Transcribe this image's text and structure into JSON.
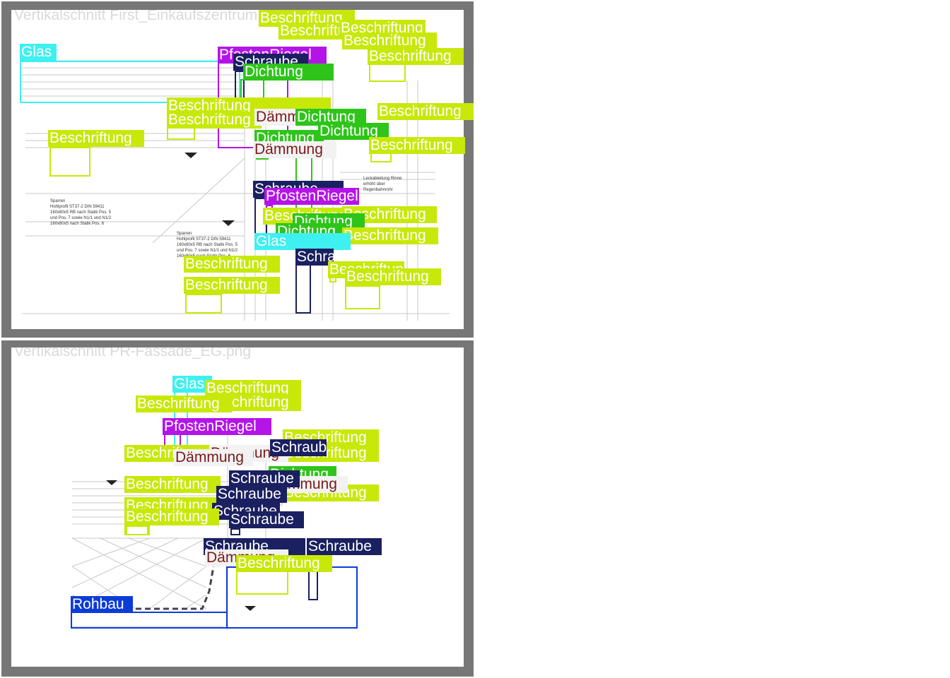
{
  "panels": [
    {
      "title": "Vertikalschnitt First_Einkaufszentrum",
      "drawing_texts": [
        "Sparren",
        "Hohlprofil ST37-2 DIN 59411",
        "160x80x5 RB nach Statik Pos. 5",
        "und Pos. 7 sowie N1/1 und N1/2",
        "160x80x5 nach Statik Pos. 6",
        "Leckableitung Rinne",
        "erhöht über",
        "Regenbahnrohr"
      ],
      "annotations": [
        {
          "cls": "Glas",
          "text": "Glas"
        },
        {
          "cls": "PfostenRiegel",
          "text": "PfostenRiegel"
        },
        {
          "cls": "Schraube",
          "text": "Schraube"
        },
        {
          "cls": "Dichtung",
          "text": "Dichtung"
        },
        {
          "cls": "Beschriftung",
          "text": "Beschriftung"
        },
        {
          "cls": "Beschriftung",
          "text": "Beschriftung"
        },
        {
          "cls": "Beschriftung",
          "text": "Beschriftung"
        },
        {
          "cls": "Beschriftung",
          "text": "Beschriftung"
        },
        {
          "cls": "Beschriftung",
          "text": "Beschriftung"
        },
        {
          "cls": "Beschriftung",
          "text": "Beschriftung"
        },
        {
          "cls": "Beschriftung",
          "text": "Beschriftung"
        },
        {
          "cls": "Beschriftung",
          "text": "Beschriftung"
        },
        {
          "cls": "Daemmung",
          "text": "Dämmung"
        },
        {
          "cls": "Dichtung",
          "text": "Dichtung"
        },
        {
          "cls": "Dichtung",
          "text": "Dichtung"
        },
        {
          "cls": "Dichtung",
          "text": "Dichtung"
        },
        {
          "cls": "Daemmung",
          "text": "Dämmung"
        },
        {
          "cls": "Beschriftung",
          "text": "Beschriftung"
        },
        {
          "cls": "Beschriftung",
          "text": "Beschriftung"
        },
        {
          "cls": "Schraube",
          "text": "Schraube"
        },
        {
          "cls": "PfostenRiegel",
          "text": "PfostenRiegel"
        },
        {
          "cls": "Beschriftung",
          "text": "Beschriftung"
        },
        {
          "cls": "Beschriftung",
          "text": "Beschriftung"
        },
        {
          "cls": "Dichtung",
          "text": "Dichtung"
        },
        {
          "cls": "Dichtung",
          "text": "Dichtung"
        },
        {
          "cls": "Beschriftung",
          "text": "Beschriftung"
        },
        {
          "cls": "Glas",
          "text": "Glas"
        },
        {
          "cls": "Schraube",
          "text": "Schraube"
        },
        {
          "cls": "Beschriftung",
          "text": "Beschriftung"
        },
        {
          "cls": "Beschriftung",
          "text": "Beschriftung"
        },
        {
          "cls": "Beschriftung",
          "text": "Beschriftung"
        },
        {
          "cls": "Beschriftung",
          "text": "Beschriftung"
        }
      ]
    },
    {
      "title": "Vertikalschnitt PR-Fassade_EG.png",
      "drawing_texts": [],
      "annotations": [
        {
          "cls": "Glas",
          "text": "Glas"
        },
        {
          "cls": "Beschriftung",
          "text": "Beschriftung"
        },
        {
          "cls": "Beschriftung",
          "text": "Beschriftung"
        },
        {
          "cls": "Beschriftung",
          "text": "Beschriftung"
        },
        {
          "cls": "PfostenRiegel",
          "text": "PfostenRiegel"
        },
        {
          "cls": "Beschriftung",
          "text": "Beschriftung"
        },
        {
          "cls": "Beschriftung",
          "text": "Beschriftung"
        },
        {
          "cls": "Beschriftung",
          "text": "Beschriftung"
        },
        {
          "cls": "Daemmung",
          "text": "Dämmung"
        },
        {
          "cls": "Schraube",
          "text": "Schraube"
        },
        {
          "cls": "Daemmung",
          "text": "Dämmung"
        },
        {
          "cls": "Beschriftung",
          "text": "Beschriftung"
        },
        {
          "cls": "Beschriftung",
          "text": "Beschriftung"
        },
        {
          "cls": "Dichtung",
          "text": "Dichtung"
        },
        {
          "cls": "Daemmung",
          "text": "Dämmung"
        },
        {
          "cls": "Beschriftung",
          "text": "Beschriftung"
        },
        {
          "cls": "Schraube",
          "text": "Schraube"
        },
        {
          "cls": "Schraube",
          "text": "Schraube"
        },
        {
          "cls": "Schraube",
          "text": "Schraube"
        },
        {
          "cls": "Beschriftung",
          "text": "Beschriftung"
        },
        {
          "cls": "Schraube",
          "text": "Schraube"
        },
        {
          "cls": "Schraube",
          "text": "Schraube"
        },
        {
          "cls": "Schraube",
          "text": "Schraube"
        },
        {
          "cls": "Daemmung",
          "text": "Dämmung"
        },
        {
          "cls": "Beschriftung",
          "text": "Beschriftung"
        },
        {
          "cls": "Rohbau",
          "text": "Rohbau"
        }
      ]
    }
  ]
}
